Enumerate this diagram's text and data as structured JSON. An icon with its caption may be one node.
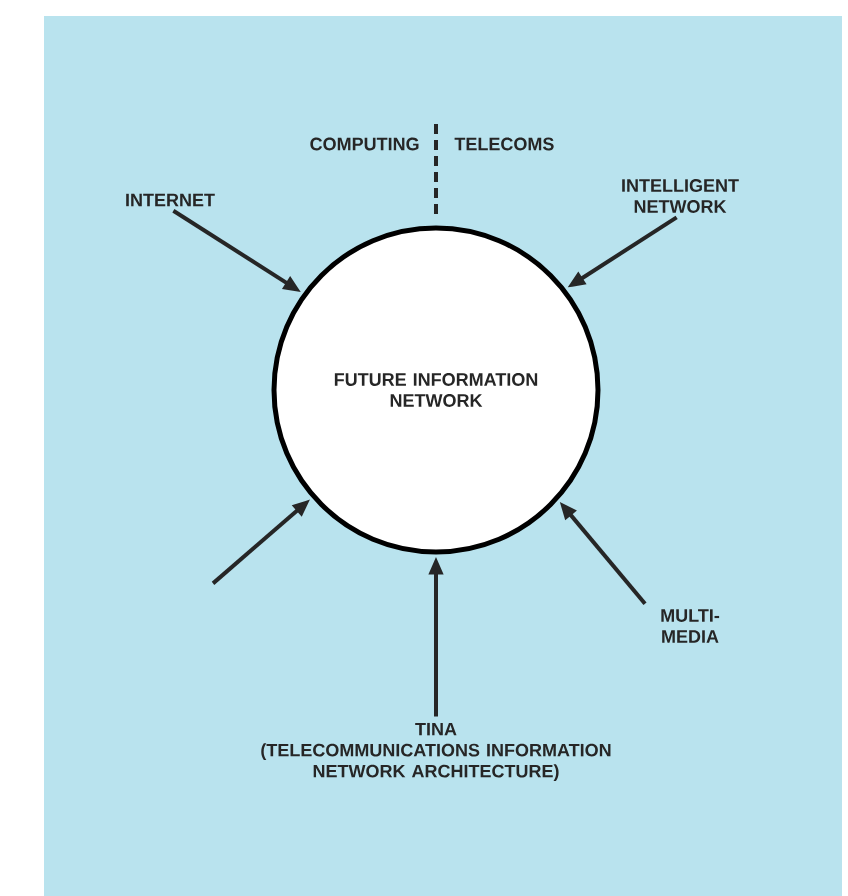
{
  "diagram": {
    "nodes": [
      {
        "text": [
          "FUTURE INFORMATION NETWORK"
        ]
      },
      {
        "text": [
          "INTERNET"
        ]
      },
      {
        "text": [
          "INTELLIGENT NETWORK"
        ]
      },
      {
        "text": [
          "MULTI-MEDIA"
        ]
      },
      {
        "text": [
          "TINA",
          "(TELECOMMUNICATIONS INFORMATION NETWORK ARCHITECTURE)"
        ]
      }
    ],
    "edges": [
      {
        "from": 1,
        "to": 0,
        "arrow": "to"
      },
      {
        "from": 2,
        "to": 0,
        "arrow": "to"
      },
      {
        "from": null,
        "to": 0,
        "arrow": "to"
      },
      {
        "from": 3,
        "to": 0,
        "arrow": "to"
      },
      {
        "from": 4,
        "to": 0,
        "arrow": "to"
      }
    ],
    "labels": [
      "COMPUTING",
      "TELECOMS"
    ]
  }
}
